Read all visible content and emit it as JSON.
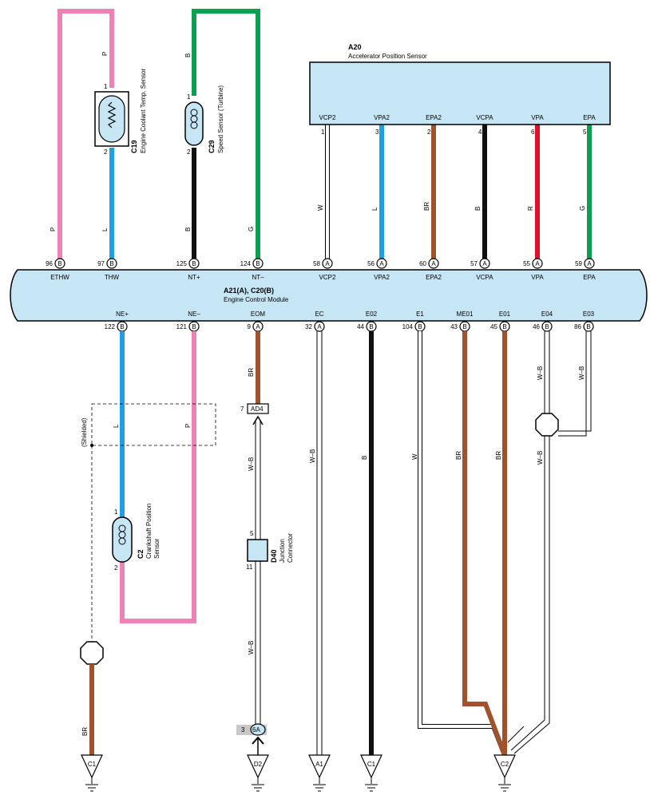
{
  "sensors": {
    "c19": {
      "id": "C19",
      "name": "Engine Coolant Temp. Sensor",
      "pin_top": "1",
      "pin_bottom": "2"
    },
    "c29": {
      "id": "C29",
      "name": "Speed Sensor (Turbine)",
      "pin_top": "1",
      "pin_bottom": "2"
    },
    "a20": {
      "id": "A20",
      "name": "Accelerator Position Sensor"
    },
    "c2": {
      "id": "C2",
      "name_line1": "Crankshaft Position",
      "name_line2": "Sensor",
      "pin_top": "1",
      "pin_bottom": "2"
    },
    "d40": {
      "id": "D40",
      "name_line1": "Junction",
      "name_line2": "Connector",
      "pin_top": "5",
      "pin_bottom": "11"
    }
  },
  "ecm": {
    "id": "A21(A), C20(B)",
    "name": "Engine Control Module"
  },
  "a20_pins": [
    {
      "name": "VCP2",
      "pin": "1",
      "wire": "W",
      "color": "#ffffff"
    },
    {
      "name": "VPA2",
      "pin": "3",
      "wire": "L",
      "color": "#1ea0e6"
    },
    {
      "name": "EPA2",
      "pin": "2",
      "wire": "BR",
      "color": "#a0522d"
    },
    {
      "name": "VCPA",
      "pin": "4",
      "wire": "B",
      "color": "#111111"
    },
    {
      "name": "VPA",
      "pin": "6",
      "wire": "R",
      "color": "#e0102a"
    },
    {
      "name": "EPA",
      "pin": "5",
      "wire": "G",
      "color": "#0aa050"
    }
  ],
  "ecm_top_pins": [
    {
      "num": "96",
      "conn": "B",
      "name": "ETHW",
      "wire": "P"
    },
    {
      "num": "97",
      "conn": "B",
      "name": "THW",
      "wire": "L"
    },
    {
      "num": "125",
      "conn": "B",
      "name": "NT+",
      "wire": "B"
    },
    {
      "num": "124",
      "conn": "B",
      "name": "NT–",
      "wire": "G"
    },
    {
      "num": "58",
      "conn": "A",
      "name": "VCP2"
    },
    {
      "num": "56",
      "conn": "A",
      "name": "VPA2"
    },
    {
      "num": "60",
      "conn": "A",
      "name": "EPA2"
    },
    {
      "num": "57",
      "conn": "A",
      "name": "VCPA"
    },
    {
      "num": "55",
      "conn": "A",
      "name": "VPA"
    },
    {
      "num": "59",
      "conn": "A",
      "name": "EPA"
    }
  ],
  "top_wire_labels": {
    "c19_upper": "P",
    "c29_upper": "B"
  },
  "ecm_bottom_pins": [
    {
      "num": "122",
      "conn": "B",
      "name": "NE+",
      "wire": "L"
    },
    {
      "num": "121",
      "conn": "B",
      "name": "NE–",
      "wire": "P"
    },
    {
      "num": "9",
      "conn": "A",
      "name": "EOM",
      "wire": "BR"
    },
    {
      "num": "32",
      "conn": "A",
      "name": "EC",
      "wire": "W–B"
    },
    {
      "num": "44",
      "conn": "B",
      "name": "E02",
      "wire": "B"
    },
    {
      "num": "104",
      "conn": "B",
      "name": "E1",
      "wire": "W"
    },
    {
      "num": "43",
      "conn": "B",
      "name": "ME01",
      "wire": "BR"
    },
    {
      "num": "45",
      "conn": "B",
      "name": "E01",
      "wire": "BR"
    },
    {
      "num": "46",
      "conn": "B",
      "name": "E04",
      "wire": "W–B"
    },
    {
      "num": "86",
      "conn": "B",
      "name": "E03",
      "wire": "W–B"
    }
  ],
  "misc": {
    "shielded": "(Shielded)",
    "ad4_pin": "7",
    "ad4": "AD4",
    "wb1": "W–B",
    "wb2": "W–B",
    "wb3": "W–B",
    "shield_wire": "BR",
    "j6a_pin": "3",
    "j6a": "6A"
  },
  "grounds": [
    {
      "label": "C1"
    },
    {
      "label": "D2"
    },
    {
      "label": "A1"
    },
    {
      "label": "C1"
    },
    {
      "label": "C2"
    }
  ],
  "colors": {
    "pink": "#ee82b4",
    "blue": "#1ea0e6",
    "green": "#0aa050",
    "brown": "#a0522d",
    "black": "#111111",
    "red": "#e0102a",
    "ecm_fill": "#c6e6f6",
    "junction_fill": "#c6e6f6"
  }
}
